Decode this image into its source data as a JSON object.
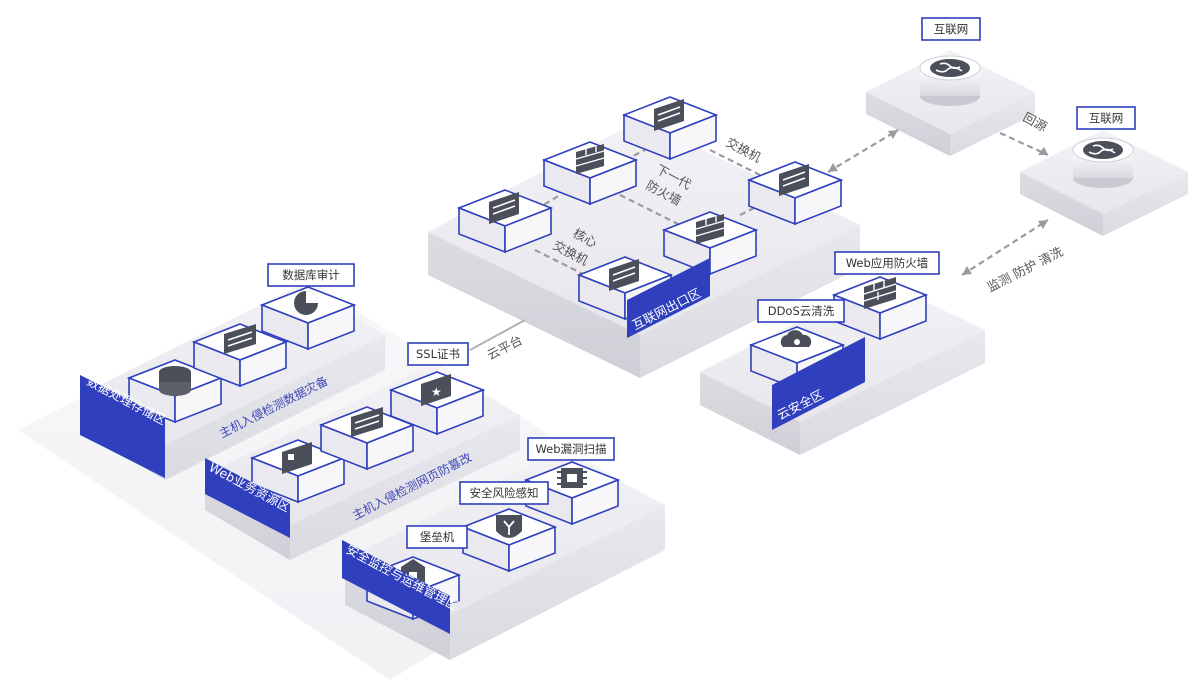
{
  "zones": {
    "data_storage": "数据处理存储区",
    "web_resource": "Web业务资源区",
    "security_ops": "安全监控与运维管理区",
    "internet_exit": "互联网出口区",
    "cloud_security": "云安全区"
  },
  "device_labels": {
    "db_audit": "数据库审计",
    "ssl_cert": "SSL证书",
    "web_vuln_scan": "Web漏洞扫描",
    "risk_sense": "安全风险感知",
    "bastion": "堡垒机",
    "waf": "Web应用防火墙",
    "ddos": "DDoS云清洗",
    "internet_1": "互联网",
    "internet_2": "互联网"
  },
  "surface_texts": {
    "data_storage_row": "主机入侵检测数据灾备",
    "web_resource_row": "主机入侵检测网页防篡改"
  },
  "annotations": {
    "switch": "交换机",
    "ngfw_line1": "下一代",
    "ngfw_line2": "防火墙",
    "core_line1": "核心",
    "core_line2": "交换机",
    "cloud_platform": "云平台",
    "back_source": "回源",
    "monitor": "监测 防护 清洗"
  },
  "colors": {
    "accent": "#2f3fbd",
    "platform_top": "#ececf1",
    "icon_fill": "#4a4f5a",
    "internet_globe": "#4a4f5a"
  },
  "icons": {
    "device_generic": "server-panel-icon",
    "firewall": "firewall-bricks-icon",
    "database": "database-icon",
    "globe": "globe-icon",
    "certificate": "certificate-icon",
    "chip": "chip-icon",
    "shield": "shield-icon",
    "lock": "lock-icon",
    "cloud": "cloud-wash-icon"
  }
}
